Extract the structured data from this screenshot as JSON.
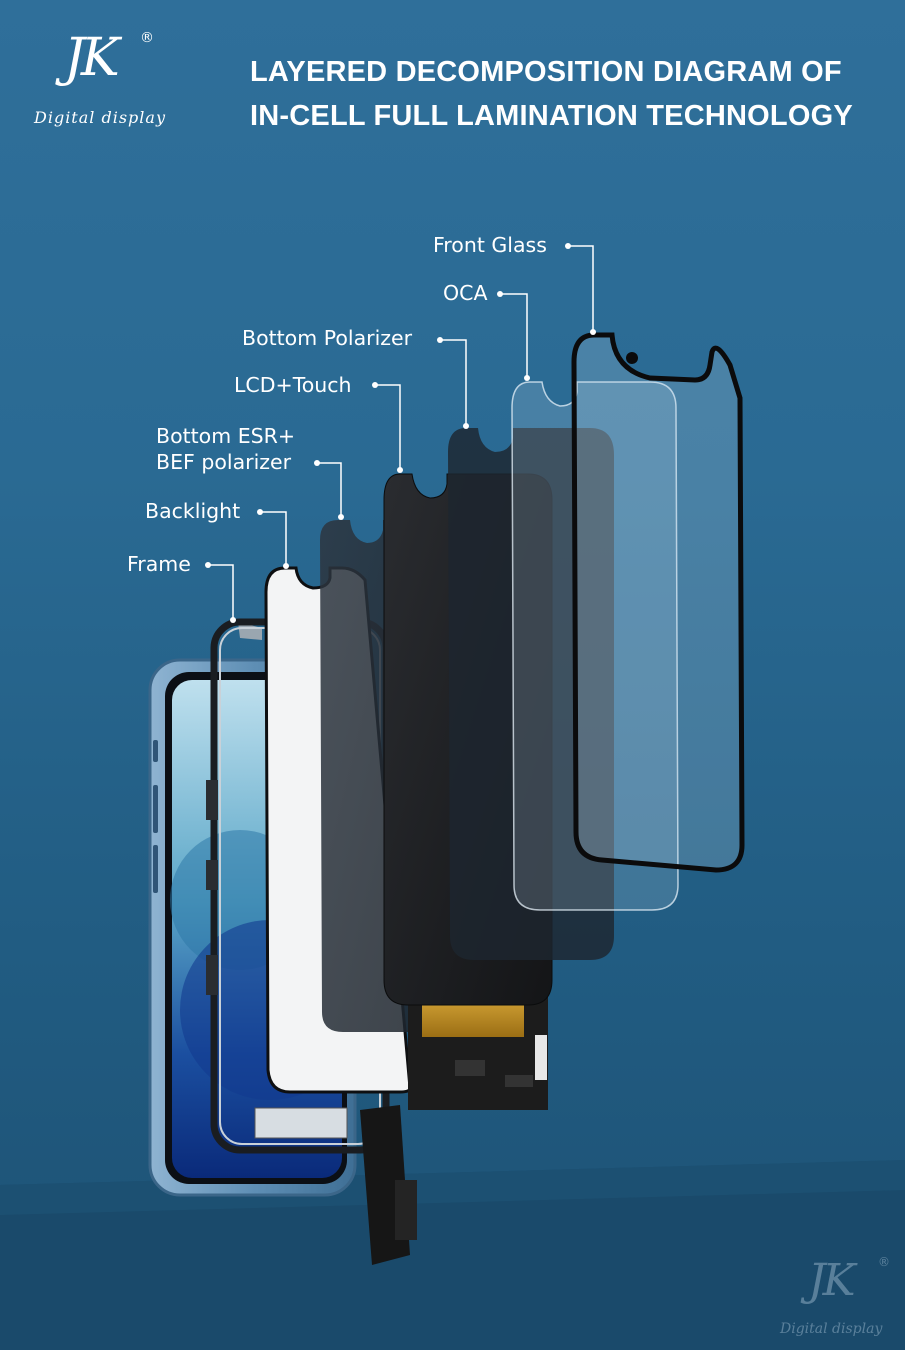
{
  "logo": {
    "mark": "JK",
    "registered": "®",
    "tagline": "Digital display"
  },
  "title": {
    "line1": "LAYERED DECOMPOSITION DIAGRAM OF",
    "line2": "IN-CELL FULL LAMINATION TECHNOLOGY"
  },
  "layers": [
    {
      "id": "front-glass",
      "label": "Front Glass"
    },
    {
      "id": "oca",
      "label": "OCA"
    },
    {
      "id": "bottom-polarizer",
      "label": "Bottom Polarizer"
    },
    {
      "id": "lcd-touch",
      "label": "LCD+Touch"
    },
    {
      "id": "bottom-esr",
      "label_line1": "Bottom ESR+",
      "label_line2": "BEF polarizer"
    },
    {
      "id": "backlight",
      "label": "Backlight"
    },
    {
      "id": "frame",
      "label": "Frame"
    }
  ],
  "watermark": {
    "mark": "JK",
    "registered": "®",
    "tagline": "Digital display"
  },
  "colors": {
    "background_top": "#2f6f9a",
    "background_bottom": "#1d5174",
    "floor": "#1a4a6b",
    "text": "#ffffff",
    "glass_border": "#0d0d0d",
    "panel_dark": "#1f2124",
    "backlight": "#f4f5f6",
    "flex_cable": "#c89a2a",
    "phone_body": "#6f9ec1"
  }
}
